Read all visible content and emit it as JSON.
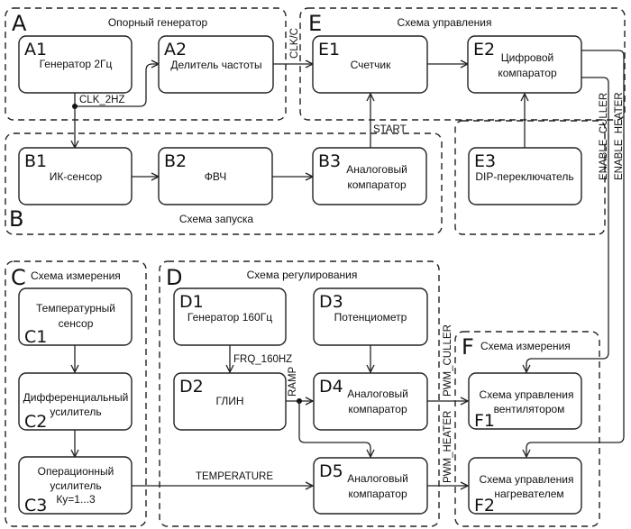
{
  "groups": {
    "A": {
      "label": "A",
      "title": "Опорный генератор"
    },
    "B": {
      "label": "B",
      "title": "Схема запуска"
    },
    "C": {
      "label": "C",
      "title": "Схема измерения"
    },
    "D": {
      "label": "D",
      "title": "Схема регулирования"
    },
    "E": {
      "label": "E",
      "title": "Схема управления"
    },
    "F": {
      "label": "F",
      "title": "Схема измерения"
    }
  },
  "blocks": {
    "A1": {
      "id": "A1",
      "lines": [
        "Генератор 2Гц"
      ]
    },
    "A2": {
      "id": "A2",
      "lines": [
        "Делитель частоты"
      ]
    },
    "B1": {
      "id": "B1",
      "lines": [
        "ИК-сенсор"
      ]
    },
    "B2": {
      "id": "B2",
      "lines": [
        "ФВЧ"
      ]
    },
    "B3": {
      "id": "B3",
      "lines": [
        "Аналоговый",
        "компаратор"
      ]
    },
    "C1": {
      "id": "C1",
      "lines": [
        "Температурный",
        "сенсор"
      ]
    },
    "C2": {
      "id": "C2",
      "lines": [
        "Дифференциальный",
        "усилитель"
      ]
    },
    "C3": {
      "id": "C3",
      "lines": [
        "Операционный",
        "усилитель",
        "Ку=1...3"
      ]
    },
    "D1": {
      "id": "D1",
      "lines": [
        "Генератор 160Гц"
      ]
    },
    "D2": {
      "id": "D2",
      "lines": [
        "ГЛИН"
      ]
    },
    "D3": {
      "id": "D3",
      "lines": [
        "Потенциометр"
      ]
    },
    "D4": {
      "id": "D4",
      "lines": [
        "Аналоговый",
        "компаратор"
      ]
    },
    "D5": {
      "id": "D5",
      "lines": [
        "Аналоговый",
        "компаратор"
      ]
    },
    "E1": {
      "id": "E1",
      "lines": [
        "Счетчик"
      ]
    },
    "E2": {
      "id": "E2",
      "lines": [
        "Цифровой",
        "компаратор"
      ]
    },
    "E3": {
      "id": "E3",
      "lines": [
        "DIP-переключатель"
      ]
    },
    "F1": {
      "id": "F1",
      "lines": [
        "Схема управления",
        "вентилятором"
      ]
    },
    "F2": {
      "id": "F2",
      "lines": [
        "Схема управления",
        "нагревателем"
      ]
    }
  },
  "signals": {
    "clk_2hz": "CLK_2HZ",
    "clk_c": "CLK/C",
    "start": "START",
    "enable_culler": "ENABLE_CULLER",
    "enable_heater": "ENABLE_HEATER",
    "frq_160hz": "FRQ_160HZ",
    "ramp": "RAMP",
    "temperature": "TEMPERATURE",
    "pwm_culler": "PWM_CULLER",
    "pwm_heater": "PWM_HEATER"
  }
}
